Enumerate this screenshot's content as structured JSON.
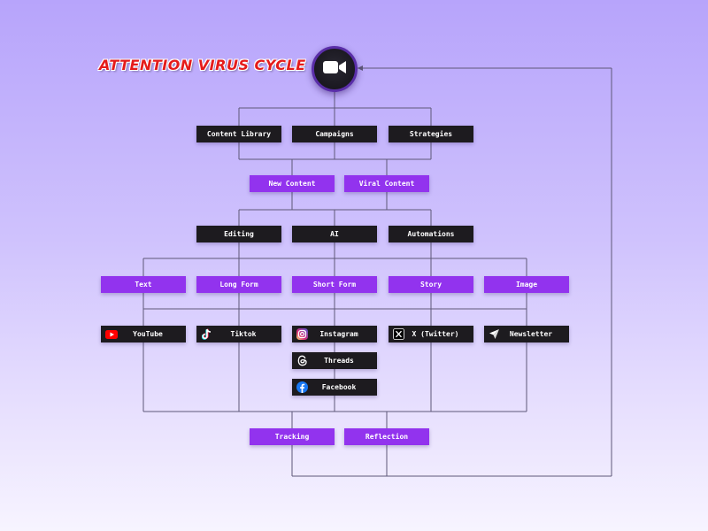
{
  "title": "ATTENTION VIRUS CYCLE",
  "hub_icon": "video-camera-icon",
  "colors": {
    "dark_box": "#1d1b1f",
    "purple_box": "#9233ee",
    "title": "#e51b1b",
    "connector": "#5e5878"
  },
  "row1": [
    "Content Library",
    "Campaigns",
    "Strategies"
  ],
  "row2": [
    "New Content",
    "Viral Content"
  ],
  "row3": [
    "Editing",
    "AI",
    "Automations"
  ],
  "row4": [
    "Text",
    "Long Form",
    "Short Form",
    "Story",
    "Image"
  ],
  "platforms": [
    {
      "label": "YouTube",
      "icon": "youtube-icon"
    },
    {
      "label": "Tiktok",
      "icon": "tiktok-icon"
    },
    {
      "label": "Instagram",
      "icon": "instagram-icon"
    },
    {
      "label": "X (Twitter)",
      "icon": "x-twitter-icon"
    },
    {
      "label": "Newsletter",
      "icon": "send-icon"
    },
    {
      "label": "Threads",
      "icon": "threads-icon"
    },
    {
      "label": "Facebook",
      "icon": "facebook-icon"
    }
  ],
  "row6": [
    "Tracking",
    "Reflection"
  ]
}
